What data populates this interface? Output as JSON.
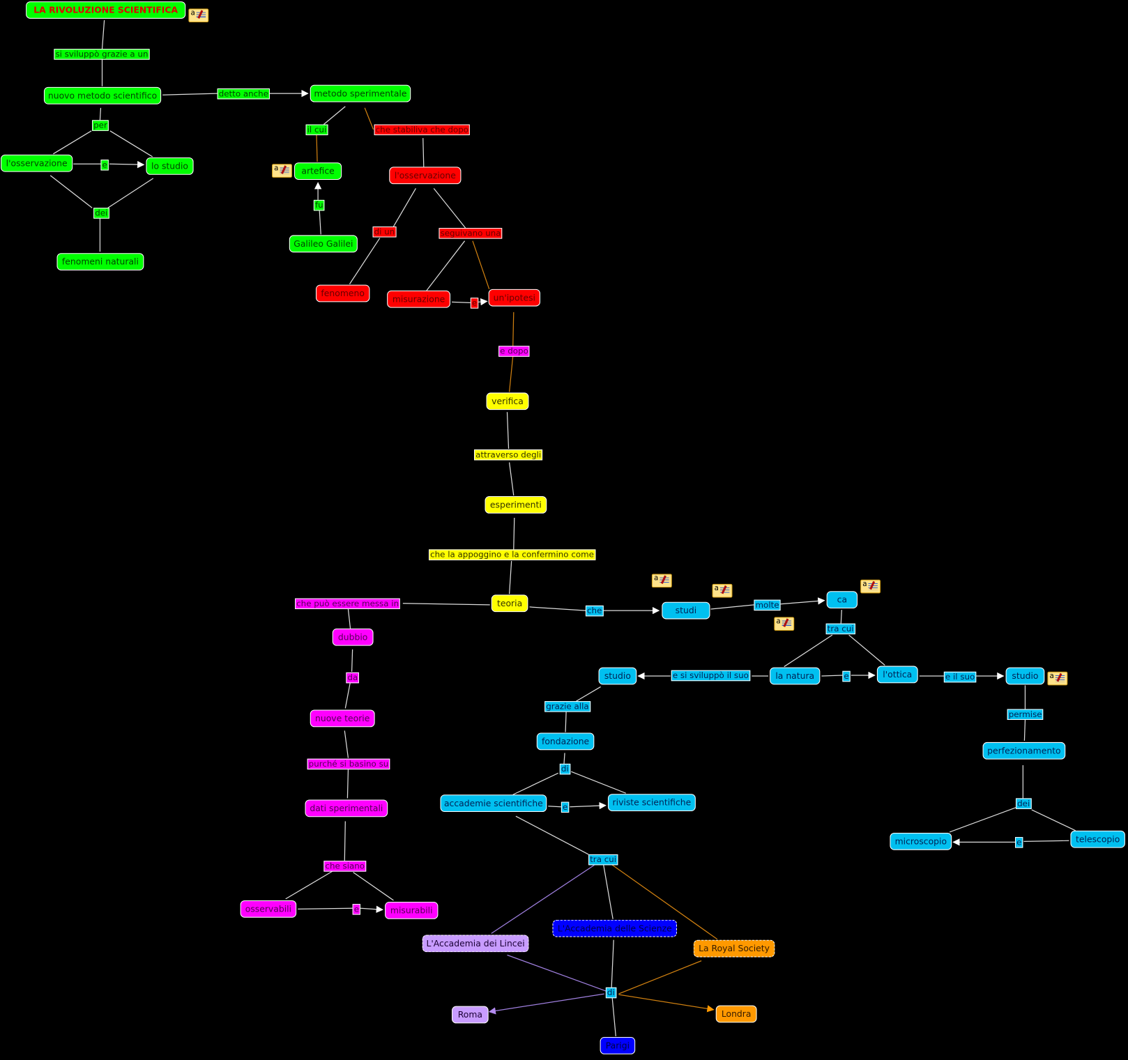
{
  "colors": {
    "green": "#00ff00",
    "red": "#ff0000",
    "yellow": "#ffff00",
    "magenta": "#ff00ff",
    "cyan": "#00c0f0",
    "lavender": "#c89cff",
    "blue": "#0000ff",
    "orange": "#ff9900"
  },
  "nodes": [
    {
      "label": "LA RIVOLUZIONE SCIENTIFICA",
      "color": "green"
    },
    {
      "label": "nuovo metodo scientifico",
      "color": "green"
    },
    {
      "label": "metodo sperimentale",
      "color": "green"
    },
    {
      "label": "l'osservazione",
      "color": "green"
    },
    {
      "label": "lo studio",
      "color": "green"
    },
    {
      "label": "fenomeni naturali",
      "color": "green"
    },
    {
      "label": "artefice",
      "color": "green"
    },
    {
      "label": "Galileo Galilei",
      "color": "green"
    },
    {
      "label": "l'osservazione",
      "color": "red"
    },
    {
      "label": "fenomeno",
      "color": "red"
    },
    {
      "label": "misurazione",
      "color": "red"
    },
    {
      "label": "un'ipotesi",
      "color": "red"
    },
    {
      "label": "verifica",
      "color": "yellow"
    },
    {
      "label": "esperimenti",
      "color": "yellow"
    },
    {
      "label": "teoria",
      "color": "yellow"
    },
    {
      "label": "dubbio",
      "color": "magenta"
    },
    {
      "label": "nuove teorie",
      "color": "magenta"
    },
    {
      "label": "dati sperimentali",
      "color": "magenta"
    },
    {
      "label": "osservabili",
      "color": "magenta"
    },
    {
      "label": "misurabili",
      "color": "magenta"
    },
    {
      "label": "studi",
      "color": "cyan"
    },
    {
      "label": "ca",
      "color": "cyan"
    },
    {
      "label": "studio",
      "color": "cyan"
    },
    {
      "label": "la natura",
      "color": "cyan"
    },
    {
      "label": "l'ottica",
      "color": "cyan"
    },
    {
      "label": "studio",
      "color": "cyan"
    },
    {
      "label": "fondazione",
      "color": "cyan"
    },
    {
      "label": "perfezionamento",
      "color": "cyan"
    },
    {
      "label": "accademie scientifiche",
      "color": "cyan"
    },
    {
      "label": "riviste scientifiche",
      "color": "cyan"
    },
    {
      "label": "microscopio",
      "color": "cyan"
    },
    {
      "label": "telescopio",
      "color": "cyan"
    },
    {
      "label": "L'Accademia dei Lincei",
      "color": "lavender"
    },
    {
      "label": "L'Accademia delle Scienze",
      "color": "blue"
    },
    {
      "label": "La Royal Society",
      "color": "orange"
    },
    {
      "label": "Roma",
      "color": "lavender"
    },
    {
      "label": "Londra",
      "color": "orange"
    },
    {
      "label": "Parigi",
      "color": "blue"
    }
  ],
  "links": [
    {
      "label": "si sviluppò grazie a un",
      "color": "green"
    },
    {
      "label": "detto anche",
      "color": "green"
    },
    {
      "label": "per",
      "color": "green"
    },
    {
      "label": "e",
      "color": "green"
    },
    {
      "label": "dei",
      "color": "green"
    },
    {
      "label": "il cui",
      "color": "green"
    },
    {
      "label": "fu",
      "color": "green"
    },
    {
      "label": "che stabiliva che dopo",
      "color": "red"
    },
    {
      "label": "di un",
      "color": "red"
    },
    {
      "label": "seguivano una",
      "color": "red"
    },
    {
      "label": "e",
      "color": "red"
    },
    {
      "label": "e dopo",
      "color": "magenta"
    },
    {
      "label": "attraverso degli",
      "color": "yellow"
    },
    {
      "label": "che la appoggino e la confermino come",
      "color": "yellow"
    },
    {
      "label": "che può essere messa in",
      "color": "magenta"
    },
    {
      "label": "che",
      "color": "cyan"
    },
    {
      "label": "molte",
      "color": "cyan"
    },
    {
      "label": "tra cui",
      "color": "cyan"
    },
    {
      "label": "e si sviluppò il suo",
      "color": "cyan"
    },
    {
      "label": "e",
      "color": "cyan"
    },
    {
      "label": "e il suo",
      "color": "cyan"
    },
    {
      "label": "grazie alla",
      "color": "cyan"
    },
    {
      "label": "permise",
      "color": "cyan"
    },
    {
      "label": "di",
      "color": "cyan"
    },
    {
      "label": "e",
      "color": "cyan"
    },
    {
      "label": "dei",
      "color": "cyan"
    },
    {
      "label": "e",
      "color": "cyan"
    },
    {
      "label": "tra cui",
      "color": "cyan"
    },
    {
      "label": "da",
      "color": "magenta"
    },
    {
      "label": "purché si basino su",
      "color": "magenta"
    },
    {
      "label": "che siano",
      "color": "magenta"
    },
    {
      "label": "e",
      "color": "magenta"
    },
    {
      "label": "di",
      "color": "cyan"
    }
  ],
  "note_icon": {
    "name": "annotation-note-icon",
    "letter": "a"
  }
}
